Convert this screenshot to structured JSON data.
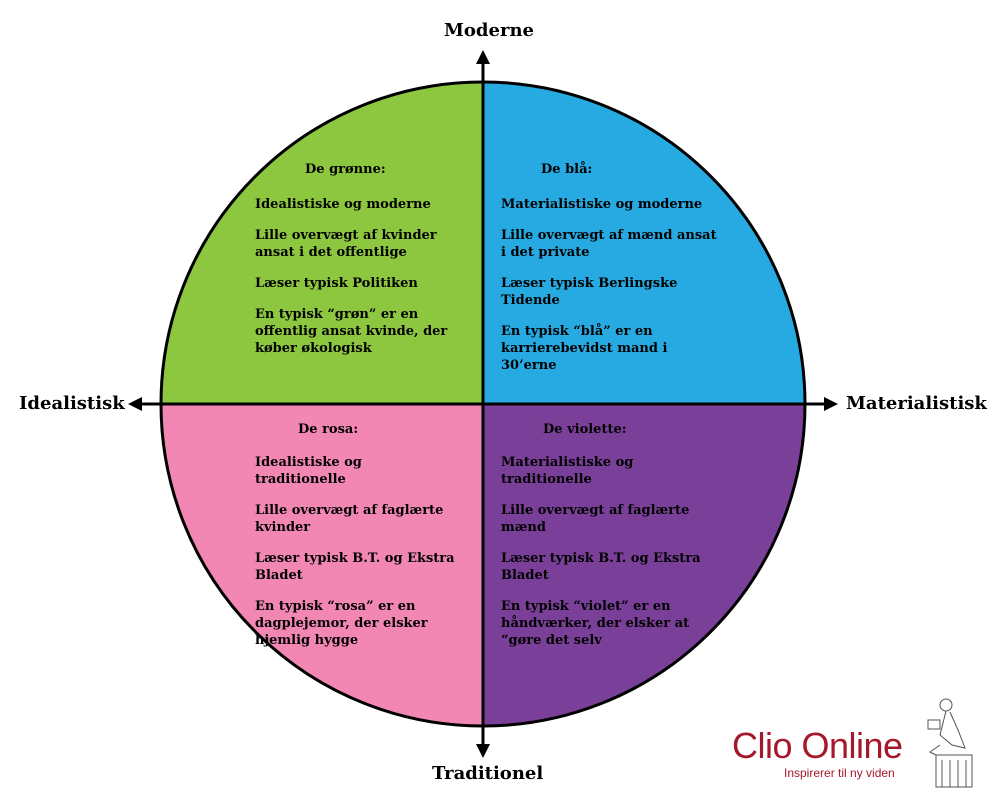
{
  "axes": {
    "top": "Moderne",
    "bottom": "Traditionel",
    "left": "Idealistisk",
    "right": "Materialistisk"
  },
  "quadrants": {
    "top_left": {
      "color": "#8dc63f",
      "title": "De grønne:",
      "lines": [
        "Idealistiske og moderne",
        "Lille overvægt af kvinder ansat i det offentlige",
        "Læser typisk Politiken",
        "En typisk “grøn” er en offentlig ansat kvinde, der køber økologisk"
      ]
    },
    "top_right": {
      "color": "#27a9e1",
      "title": "De blå:",
      "lines": [
        "Materialistiske og moderne",
        "Lille overvægt af mænd ansat i det private",
        "Læser typisk Berlingske Tidende",
        "En typisk “blå” er en karrierebevidst mand i 30’erne"
      ]
    },
    "bottom_left": {
      "color": "#f287b4",
      "title": "De rosa:",
      "lines": [
        "Idealistiske og traditionelle",
        "Lille overvægt af faglærte kvinder",
        "Læser typisk B.T. og Ekstra Bladet",
        "En typisk “rosa” er en dagplejemor, der elsker hjemlig hygge"
      ]
    },
    "bottom_right": {
      "color": "#7a3f98",
      "title": "De violette:",
      "lines": [
        "Materialistiske og traditionelle",
        "Lille overvægt af faglærte mænd",
        "Læser typisk B.T. og Ekstra Bladet",
        "En typisk “violet” er en håndværker, der elsker at “gøre det selv"
      ]
    }
  },
  "logo": {
    "name": "Clio Online",
    "tagline": "Inspirerer til ny viden",
    "color": "#a5172b"
  }
}
